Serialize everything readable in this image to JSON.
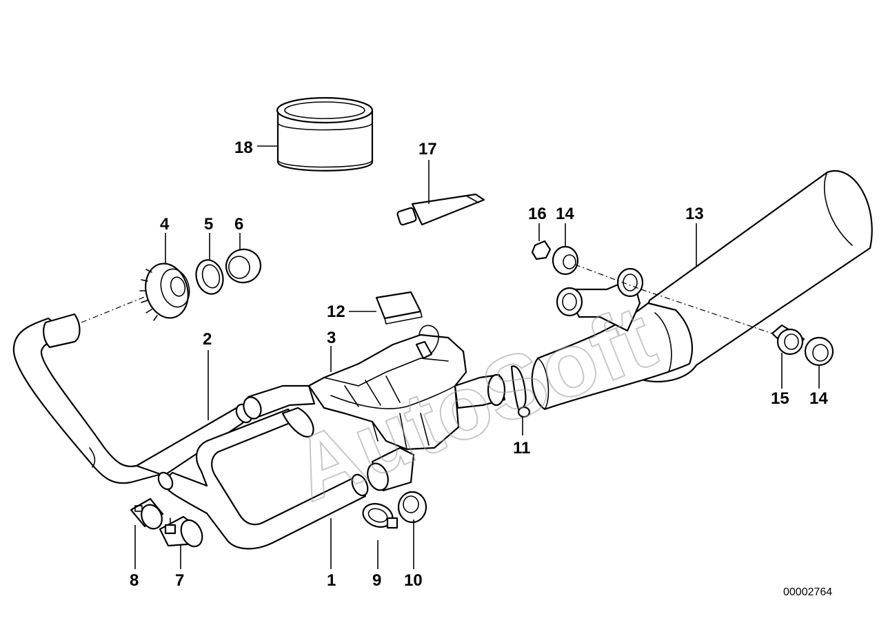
{
  "diagram": {
    "watermark": "AutoSoft",
    "document_number": "00002764",
    "callouts": [
      "1",
      "2",
      "3",
      "4",
      "5",
      "6",
      "7",
      "8",
      "9",
      "10",
      "11",
      "12",
      "13",
      "14",
      "14",
      "15",
      "16",
      "17",
      "18"
    ]
  }
}
